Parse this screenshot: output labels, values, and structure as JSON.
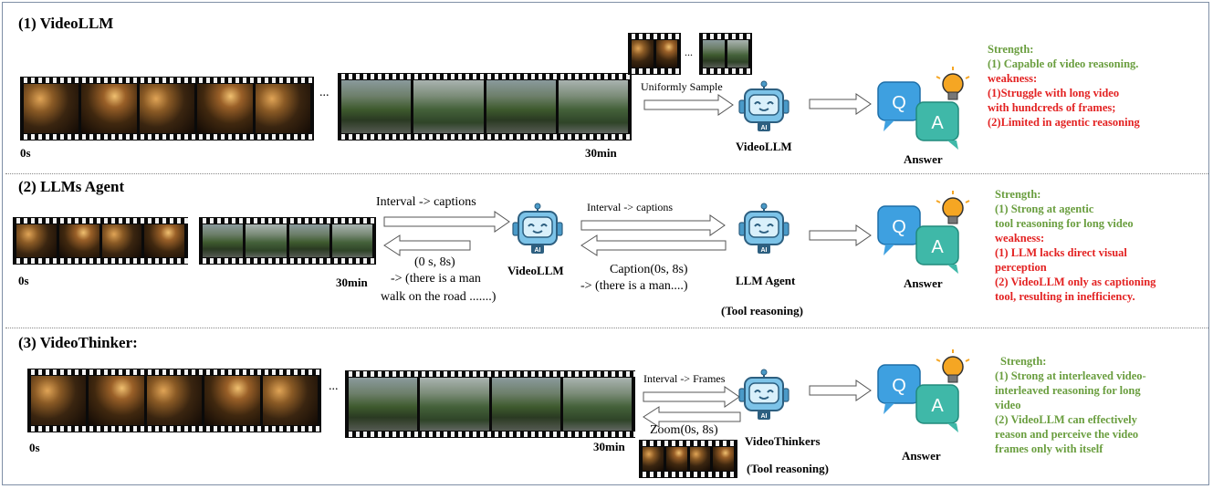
{
  "sections": [
    {
      "title": "(1)  VideoLLM",
      "start_label": "0s",
      "end_label": "30min",
      "ellipsis": "...",
      "arrow_label": "Uniformly  Sample",
      "sample_ellipsis": "...",
      "model_label": "VideoLLM",
      "answer_label": "Answer",
      "strength_title": "Strength:",
      "strength_lines": [
        "(1) Capable of video reasoning."
      ],
      "weakness_title": "weakness:",
      "weakness_lines": [
        "(1)Struggle with long video",
        "with  hundcreds of frames;",
        "(2)Limited in agentic reasoning"
      ]
    },
    {
      "title": "(2)  LLMs Agent",
      "start_label": "0s",
      "end_label": "30min",
      "left_top": "Interval -> captions",
      "left_reply_1": "(0 s, 8s)",
      "left_reply_2": "-> (there  is a man",
      "left_reply_3": "walk on the road .......)",
      "videollm_label": "VideoLLM",
      "right_top": "Interval -> captions",
      "right_reply_1": "Caption(0s, 8s)",
      "right_reply_2": "-> (there  is a man....)",
      "agent_label": "LLM Agent",
      "agent_sub": "(Tool reasoning)",
      "answer_label": "Answer",
      "strength_title": "Strength:",
      "strength_lines": [
        "(1) Strong at agentic",
        "tool reasoning for long video"
      ],
      "weakness_title": "weakness:",
      "weakness_lines": [
        "(1) LLM lacks direct visual",
        "perception",
        "(2) VideoLLM only as captioning",
        "tool, resulting in inefficiency."
      ]
    },
    {
      "title": "(3)  VideoThinker:",
      "start_label": "0s",
      "end_label": "30min",
      "ellipsis": "...",
      "arrow_top": "Interval -> Frames",
      "arrow_bottom": "Zoom(0s, 8s)",
      "model_label": "VideoThinkers",
      "model_sub": "(Tool reasoning)",
      "answer_label": "Answer",
      "strength_title": "Strength:",
      "strength_lines": [
        "(1) Strong at interleaved video-",
        "interleaved reasoning for long",
        "video",
        "(2) VideoLLM can effectively",
        "reason and perceive the video",
        "frames only with itself"
      ]
    }
  ],
  "icons": {
    "robot": "robot-icon",
    "qa": "qa-bubbles-icon",
    "bulb": "lightbulb-icon",
    "robot_badge": "AI",
    "q": "Q",
    "a": "A"
  },
  "colors": {
    "green": "#6a9e3f",
    "red": "#e32222",
    "robot_blue": "#7cc3e8",
    "q_blue": "#3ea0e0",
    "a_teal": "#3fb8a8",
    "bulb": "#f5a623"
  }
}
